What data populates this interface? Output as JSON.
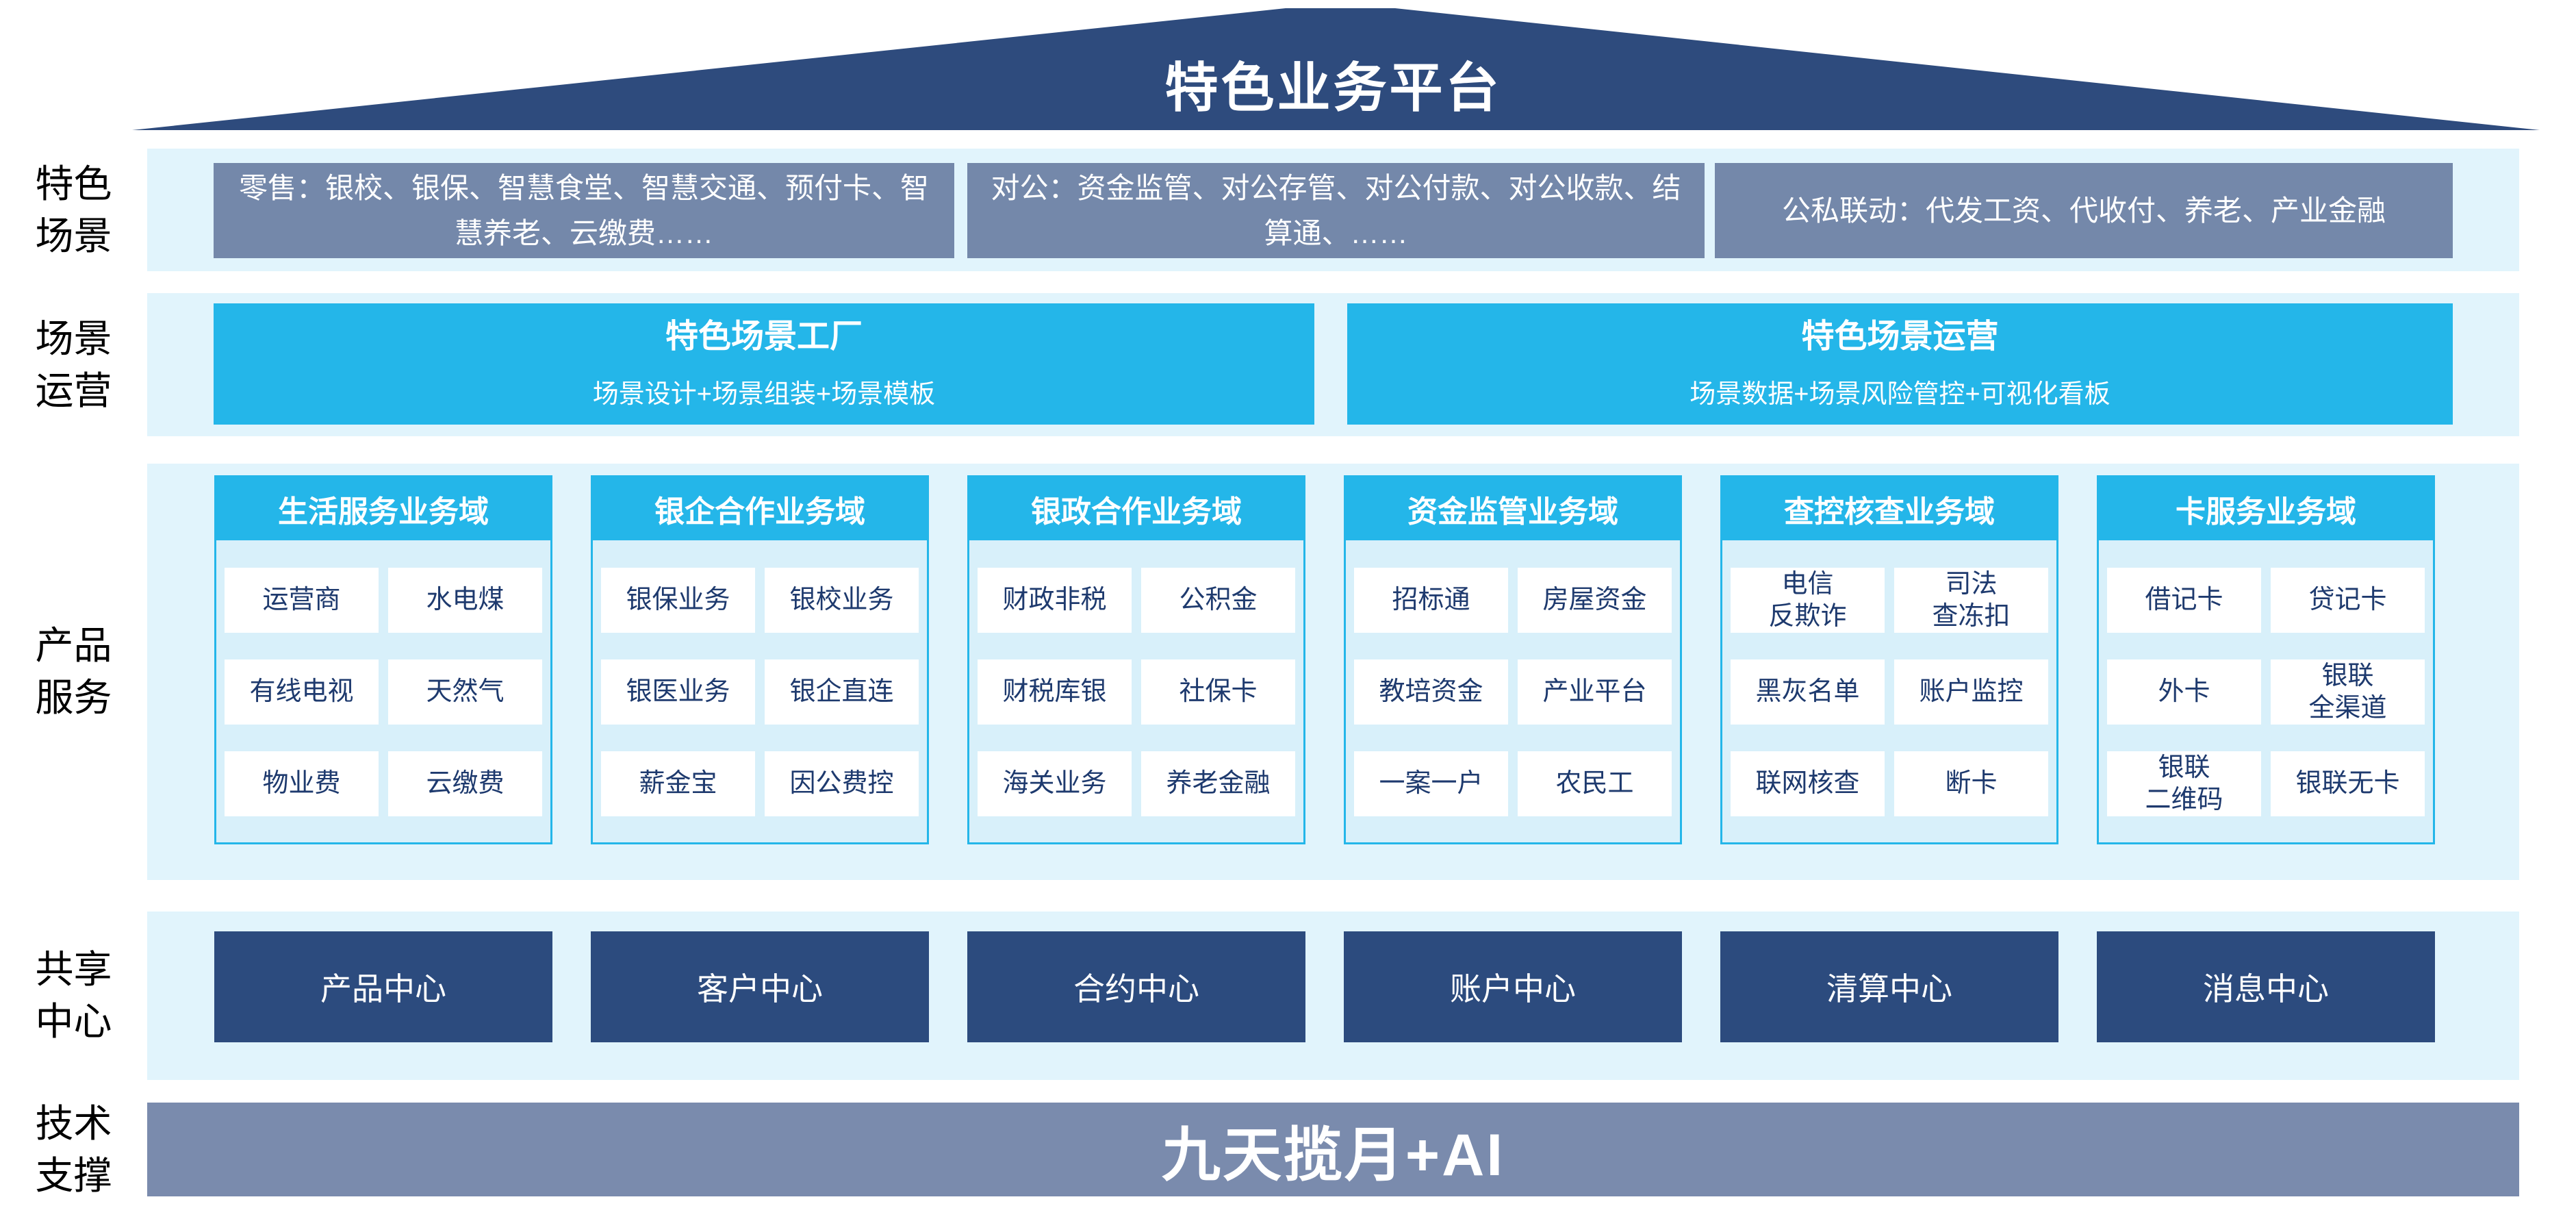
{
  "colors": {
    "roof_navy": "#2e4b7d",
    "slate_blue_box": "#7488aa",
    "cyan_accent": "#24b6e9",
    "band_background": "#e1f4fc",
    "column_body_background": "#d8f0fa",
    "cell_text_navy": "#1e3a6e",
    "center_box_navy": "#2c4b7e",
    "tech_bar_slate": "#7a8bad"
  },
  "roof": {
    "title": "特色业务平台"
  },
  "side_labels": [
    "特色\n场景",
    "场景\n运营",
    "产品\n服务",
    "共享\n中心",
    "技术\n支撑"
  ],
  "scenario_row": {
    "boxes": [
      "零售：银校、银保、智慧食堂、智慧交通、预付卡、智慧养老、云缴费……",
      "对公：资金监管、对公存管、对公付款、对公收款、结算通、……",
      "公私联动：代发工资、代收付、养老、产业金融"
    ]
  },
  "operation_row": {
    "boxes": [
      {
        "title": "特色场景工厂",
        "subtitle": "场景设计+场景组装+场景模板"
      },
      {
        "title": "特色场景运营",
        "subtitle": "场景数据+场景风险管控+可视化看板"
      }
    ]
  },
  "product_row": {
    "columns": [
      {
        "header": "生活服务业务域",
        "cells": [
          "运营商",
          "水电煤",
          "有线电视",
          "天然气",
          "物业费",
          "云缴费"
        ]
      },
      {
        "header": "银企合作业务域",
        "cells": [
          "银保业务",
          "银校业务",
          "银医业务",
          "银企直连",
          "薪金宝",
          "因公费控"
        ]
      },
      {
        "header": "银政合作业务域",
        "cells": [
          "财政非税",
          "公积金",
          "财税库银",
          "社保卡",
          "海关业务",
          "养老金融"
        ]
      },
      {
        "header": "资金监管业务域",
        "cells": [
          "招标通",
          "房屋资金",
          "教培资金",
          "产业平台",
          "一案一户",
          "农民工"
        ]
      },
      {
        "header": "查控核查业务域",
        "cells": [
          "电信\n反欺诈",
          "司法\n查冻扣",
          "黑灰名单",
          "账户监控",
          "联网核查",
          "断卡"
        ]
      },
      {
        "header": "卡服务业务域",
        "cells": [
          "借记卡",
          "贷记卡",
          "外卡",
          "银联\n全渠道",
          "银联\n二维码",
          "银联无卡"
        ]
      }
    ]
  },
  "share_row": {
    "centers": [
      "产品中心",
      "客户中心",
      "合约中心",
      "账户中心",
      "清算中心",
      "消息中心"
    ]
  },
  "tech_row": {
    "title": "九天揽月+AI"
  }
}
